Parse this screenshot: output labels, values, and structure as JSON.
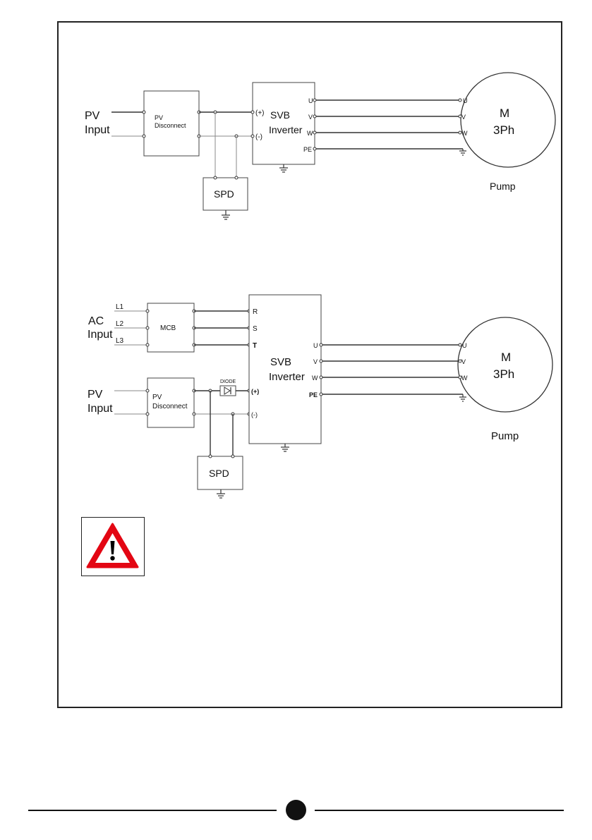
{
  "diagram1": {
    "pv_input": [
      "PV",
      "Input"
    ],
    "pv_disconnect": [
      "PV",
      "Disconnect"
    ],
    "inverter": [
      "SVB",
      "Inverter"
    ],
    "plus_terminal": "(+)",
    "minus_terminal": "(-)",
    "outputs": [
      "U",
      "V",
      "W",
      "PE"
    ],
    "motor_inputs": [
      "U",
      "V",
      "W"
    ],
    "spd": "SPD",
    "motor": [
      "M",
      "3Ph"
    ],
    "pump": "Pump"
  },
  "diagram2": {
    "ac_input": [
      "AC",
      "Input"
    ],
    "phases": [
      "L1",
      "L2",
      "L3"
    ],
    "mcb": "MCB",
    "inverter_inputs": [
      "R",
      "S",
      "T"
    ],
    "pv_input": [
      "PV",
      "Input"
    ],
    "pv_disconnect": [
      "PV",
      "Disconnect"
    ],
    "diode": "DIODE",
    "plus_terminal": "(+)",
    "minus_terminal": "(-)",
    "inverter": [
      "SVB",
      "Inverter"
    ],
    "outputs": [
      "U",
      "V",
      "W",
      "PE"
    ],
    "motor_inputs": [
      "U",
      "V",
      "W"
    ],
    "spd": "SPD",
    "motor": [
      "M",
      "3Ph"
    ],
    "pump": "Pump"
  },
  "warning": {
    "icon": "warning-triangle-icon",
    "color": "#e30613"
  },
  "colors": {
    "line": "#333333",
    "frame": "#222222"
  }
}
